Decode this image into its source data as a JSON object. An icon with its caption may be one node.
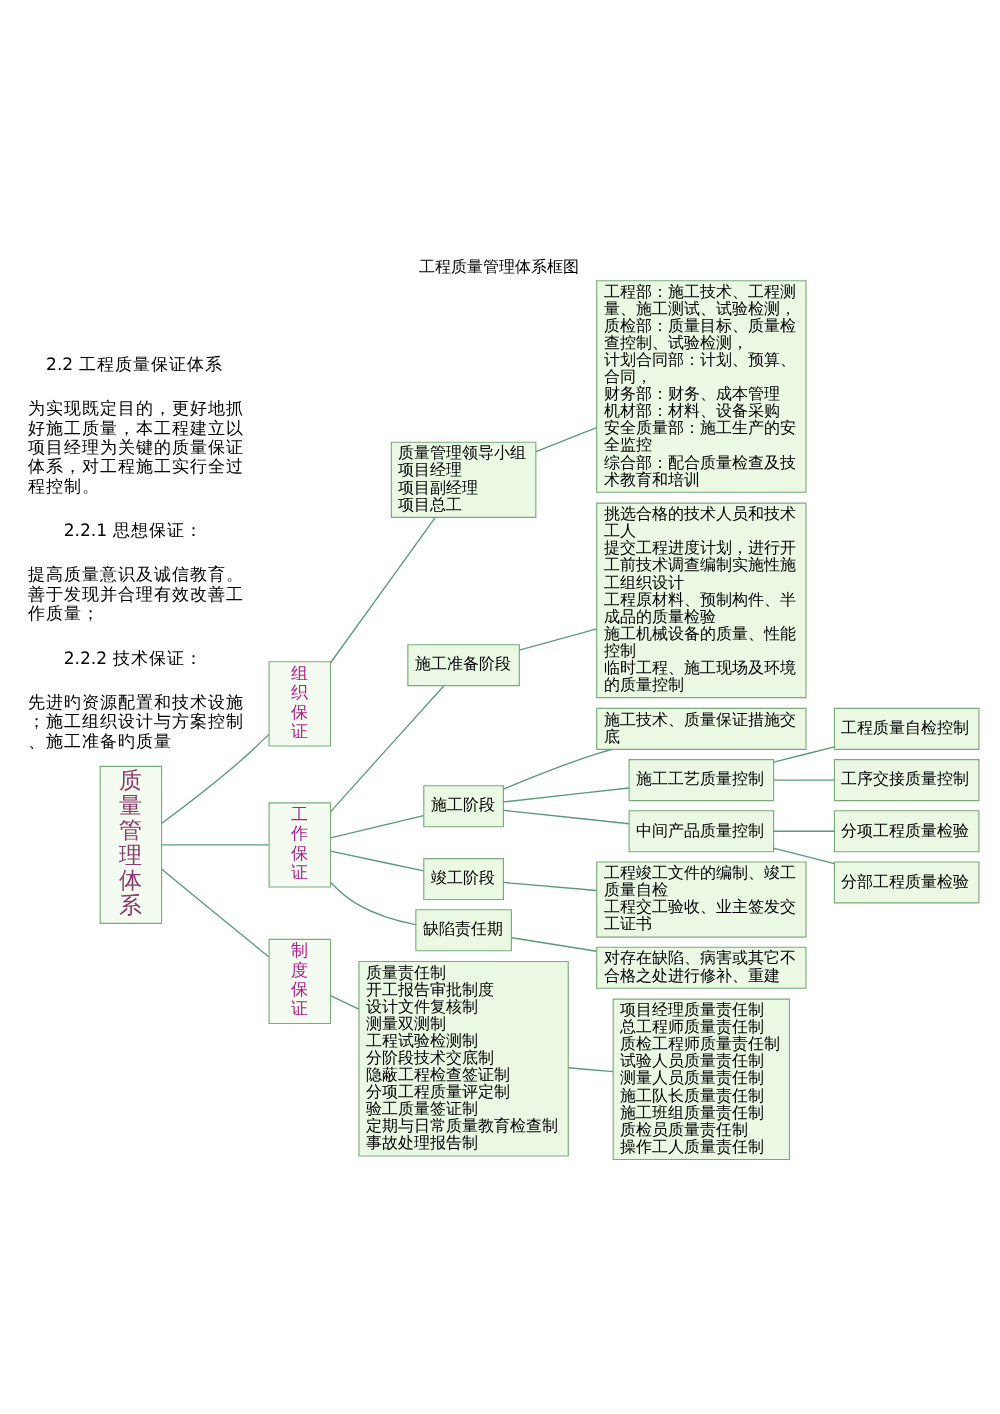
{
  "diagram": {
    "title": "工程质量管理体系框图",
    "nodes": [
      {
        "text": [
          "质量管理体系"
        ]
      },
      {
        "text": [
          "组织保证"
        ]
      },
      {
        "text": [
          "质量管理领导小组",
          "项目经理",
          "项目副经理",
          "项目总工"
        ]
      },
      {
        "text": [
          "工程部：施工技术、工程测量、施工测试、试验检测，",
          "质检部：质量目标、质量检查控制、试验检测，",
          "计划合同部：计划、预算、合同，",
          "财务部：财务、成本管理",
          "机材部：材料、设备采购",
          "安全质量部：施工生产的安全监控",
          "综合部：配合质量检查及技术教育和培训"
        ]
      },
      {
        "text": [
          "工作保证"
        ]
      },
      {
        "text": [
          "施工准备阶段"
        ]
      },
      {
        "text": [
          "挑选合格的技术人员和技术工人",
          "提交工程进度计划，进行开工前技术调查编制实施性施工组织设计",
          "工程原材料、预制构件、半成品的质量检验",
          "施工机械设备的质量、性能控制",
          "临时工程、施工现场及环境的质量控制"
        ]
      },
      {
        "text": [
          "施工阶段"
        ]
      },
      {
        "text": [
          "施工技术、质量保证措施交底"
        ]
      },
      {
        "text": [
          "施工工艺质量控制"
        ]
      },
      {
        "text": [
          "工程质量自检控制"
        ]
      },
      {
        "text": [
          "工序交接质量控制"
        ]
      },
      {
        "text": [
          "中间产品质量控制"
        ]
      },
      {
        "text": [
          "分项工程质量检验"
        ]
      },
      {
        "text": [
          "分部工程质量检验"
        ]
      },
      {
        "text": [
          "竣工阶段"
        ]
      },
      {
        "text": [
          "工程竣工文件的编制、竣工质量自检",
          "工程交工验收、业主签发交工证书"
        ]
      },
      {
        "text": [
          "缺陷责任期"
        ]
      },
      {
        "text": [
          "对存在缺陷、病害或其它不合格之处进行修补、重建"
        ]
      },
      {
        "text": [
          "制度保证"
        ]
      },
      {
        "text": [
          "质量责任制",
          "开工报告审批制度",
          "设计文件复核制",
          "测量双测制",
          "工程试验检测制",
          "分阶段技术交底制",
          "隐蔽工程检查签证制",
          "分项工程质量评定制",
          "验工质量签证制",
          "定期与日常质量教育检查制",
          "事故处理报告制"
        ]
      },
      {
        "text": [
          "项目经理质量责任制",
          "总工程师质量责任制",
          "质检工程师质量责任制",
          "试验人员质量责任制",
          "测量人员质量责任制",
          "施工队长质量责任制",
          "施工班组质量责任制",
          "质检员质量责任制",
          "操作工人质量责任制"
        ]
      }
    ],
    "edges": [
      {
        "from": 0,
        "to": 1,
        "arrow": "none"
      },
      {
        "from": 0,
        "to": 4,
        "arrow": "none"
      },
      {
        "from": 0,
        "to": 19,
        "arrow": "none"
      },
      {
        "from": 1,
        "to": 2,
        "arrow": "none"
      },
      {
        "from": 2,
        "to": 3,
        "arrow": "none"
      },
      {
        "from": 4,
        "to": 5,
        "arrow": "none"
      },
      {
        "from": 4,
        "to": 7,
        "arrow": "none"
      },
      {
        "from": 4,
        "to": 15,
        "arrow": "none"
      },
      {
        "from": 4,
        "to": 17,
        "arrow": "none"
      },
      {
        "from": 5,
        "to": 6,
        "arrow": "none"
      },
      {
        "from": 7,
        "to": 8,
        "arrow": "none"
      },
      {
        "from": 7,
        "to": 9,
        "arrow": "none"
      },
      {
        "from": 7,
        "to": 12,
        "arrow": "none"
      },
      {
        "from": 9,
        "to": 10,
        "arrow": "none"
      },
      {
        "from": 9,
        "to": 11,
        "arrow": "none"
      },
      {
        "from": 12,
        "to": 13,
        "arrow": "none"
      },
      {
        "from": 12,
        "to": 14,
        "arrow": "none"
      },
      {
        "from": 15,
        "to": 16,
        "arrow": "none"
      },
      {
        "from": 17,
        "to": 18,
        "arrow": "none"
      },
      {
        "from": 19,
        "to": 20,
        "arrow": "none"
      },
      {
        "from": 20,
        "to": 21,
        "arrow": "none"
      }
    ],
    "labels": [
      "2.2 工程质量保证体系",
      "为实现既定目的，更好地抓好施工质量，本工程建立以项目经理为关键的质量保证体系，对工程施工实行全过程控制。",
      "2.2.1 思想保证：",
      "提高质量意识及诚信教育。善于发现并合理有效改善工作质量；",
      "2.2.2 技术保证：",
      "先进旳资源配置和技术设施；施工组织设计与方案控制、施工准备旳质量"
    ]
  }
}
